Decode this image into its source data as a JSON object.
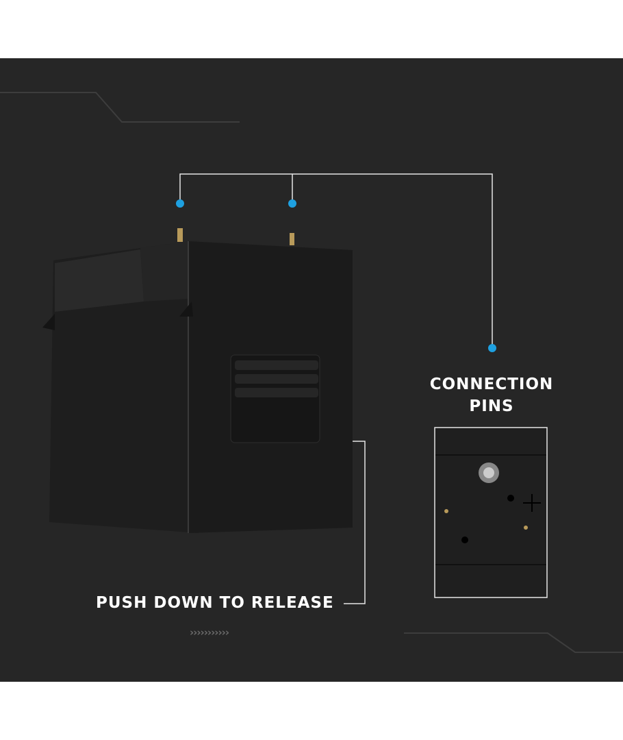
{
  "labels": {
    "connection_pins_line1": "CONNECTION",
    "connection_pins_line2": "PINS",
    "push_down": "PUSH DOWN TO RELEASE"
  },
  "decor": {
    "chevrons": "›››››››››››"
  },
  "colors": {
    "background": "#262626",
    "accent_dot": "#1ea0e0",
    "text": "#ffffff"
  }
}
